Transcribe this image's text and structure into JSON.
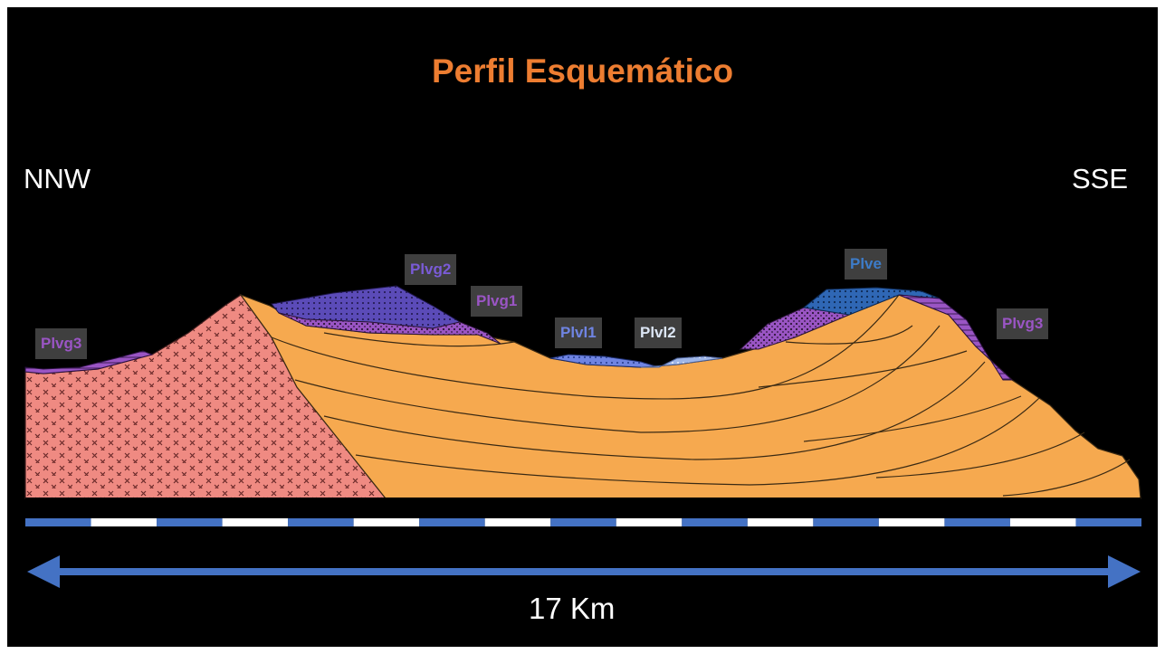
{
  "title": "Perfil Esquemático",
  "direction_left": "NNW",
  "direction_right": "SSE",
  "distance_label": "17 Km",
  "units": [
    {
      "code": "Plvg3",
      "color": "#9a55c4"
    },
    {
      "code": "Plvg2",
      "color": "#7a5bd6"
    },
    {
      "code": "Plvg1",
      "color": "#9a55c4"
    },
    {
      "code": "Plvl1",
      "color": "#6f84e2"
    },
    {
      "code": "Plvl2",
      "color": "#dce6f5"
    },
    {
      "code": "Plve",
      "color": "#3d7cc9"
    },
    {
      "code": "Plvg3",
      "color": "#9a55c4"
    }
  ],
  "colors": {
    "title": "#ed7d31",
    "sandstone": "#f6a94f",
    "granite": "#ef8a82",
    "scale_blue": "#4472c4"
  },
  "scale_bar_segments": 17
}
